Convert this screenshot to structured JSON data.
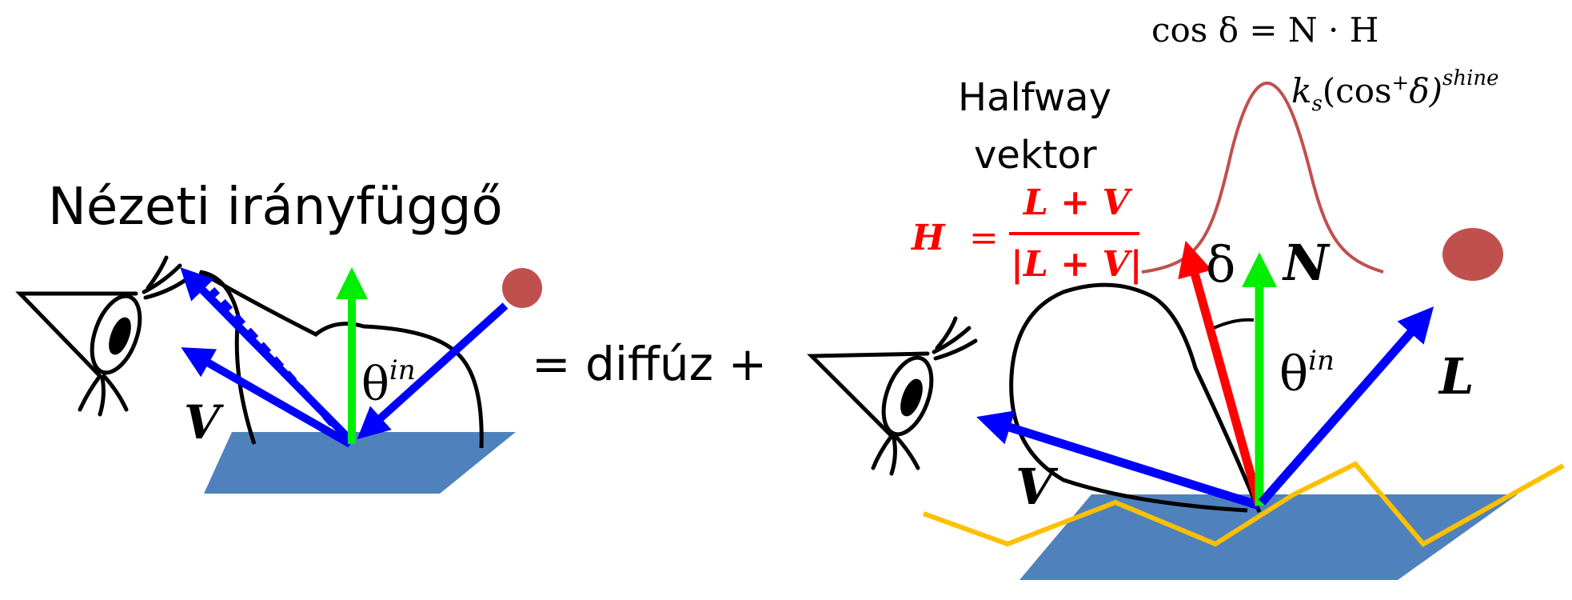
{
  "title": "Nézeti irányfüggő",
  "operator_text": "= diffúz +",
  "halfway_label_line1": "Halfway",
  "halfway_label_line2": "vektor",
  "formula_top": "cos δ = N · H",
  "formula_lobe": {
    "base": "k",
    "sub": "s",
    "middle": "(cos",
    "sup_plus": "+",
    "end": "δ)",
    "exponent": "shine"
  },
  "h_formula": {
    "lhs": "H",
    "equals": "=",
    "numerator": "L + V",
    "denominator": "|L + V|"
  },
  "left_figure": {
    "theta": "θ",
    "theta_sup": "in",
    "v_label": "V"
  },
  "right_figure": {
    "delta": "δ",
    "n_label": "N",
    "theta": "θ",
    "theta_sup": "in",
    "l_label": "L",
    "v_label": "V"
  },
  "colors": {
    "surface": "#4f81bd",
    "light_vector": "#0000ff",
    "normal": "#00ee00",
    "halfway": "#ff0000",
    "light_source": "#c0504d",
    "lobe_curve": "#c0504d",
    "rough_surface": "#ffc000",
    "outline": "#000000"
  },
  "icons": [
    "eye-icon",
    "light-source-icon"
  ]
}
